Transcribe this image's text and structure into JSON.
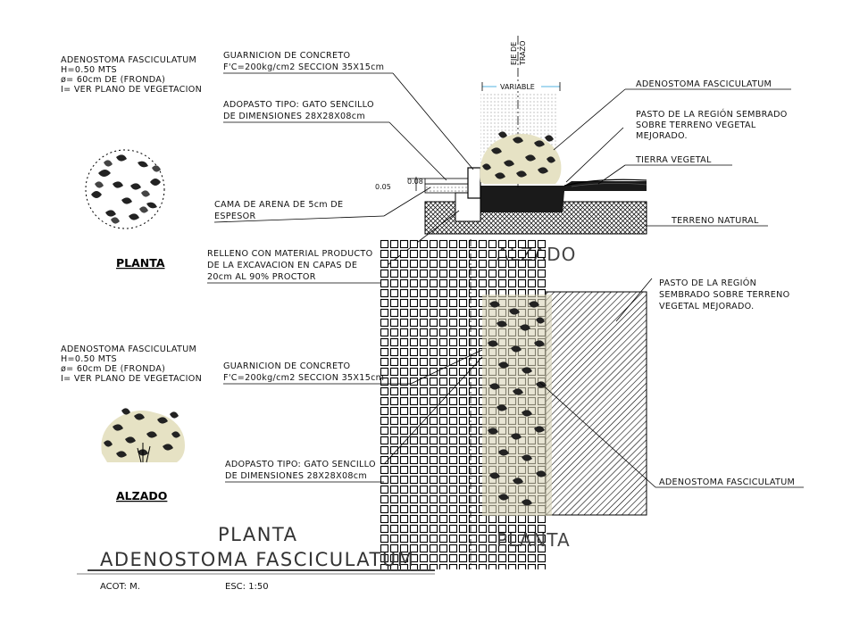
{
  "left_top_spec": [
    "ADENOSTOMA FASCICULATUM",
    "H=0.50 MTS",
    "ø= 60cm DE (FRONDA)",
    "I= VER PLANO DE VEGETACION"
  ],
  "left_bottom_spec": [
    "ADENOSTOMA FASCICULATUM",
    "H=0.50 MTS",
    "ø= 60cm DE (FRONDA)",
    "I= VER PLANO DE VEGETACION"
  ],
  "label_planta": "PLANTA",
  "label_alzado": "ALZADO",
  "section": {
    "guarnicion": [
      "GUARNICION DE CONCRETO",
      "F'C=200kg/cm2 SECCION 35X15cm"
    ],
    "adopasto": [
      "ADOPASTO TIPO: GATO SENCILLO",
      "DE DIMENSIONES 28X28X08cm"
    ],
    "cama": [
      "CAMA DE ARENA DE 5cm DE",
      "ESPESOR"
    ],
    "relleno": [
      "RELLENO CON MATERIAL PRODUCTO",
      "DE LA EXCAVACION EN CAPAS DE",
      "20cm AL 90% PROCTOR"
    ],
    "eje": [
      "EJE DE",
      "TRAZO"
    ],
    "variable": "VARIABLE",
    "adenostoma": "ADENOSTOMA FASCICULATUM",
    "pasto": [
      "PASTO DE LA REGIÓN SEMBRADO",
      "SOBRE  TERRENO VEGETAL",
      "MEJORADO."
    ],
    "tierra": "TIERRA VEGETAL",
    "terreno": "TERRENO NATURAL",
    "dim_a": "0.05",
    "dim_b": "0.08",
    "title": "ALZADO"
  },
  "plan": {
    "guarnicion": [
      "GUARNICION DE CONCRETO",
      "F'C=200kg/cm2 SECCION 35X15cm"
    ],
    "adopasto": [
      "ADOPASTO TIPO: GATO SENCILLO",
      "DE DIMENSIONES 28X28X08cm"
    ],
    "pasto": [
      "PASTO DE LA REGIÓN",
      "SEMBRADO SOBRE TERRENO",
      "VEGETAL MEJORADO."
    ],
    "adenostoma": "ADENOSTOMA FASCICULATUM",
    "title": "PLANTA"
  },
  "main_title": [
    "PLANTA",
    "ADENOSTOMA  FASCICULATUM"
  ],
  "footer": {
    "acot": "ACOT: M.",
    "esc": "ESC: 1:50"
  },
  "colors": {
    "line": "#000000",
    "text": "#111111",
    "title": "#333333",
    "leaf_fill": "#e6e2c4"
  }
}
